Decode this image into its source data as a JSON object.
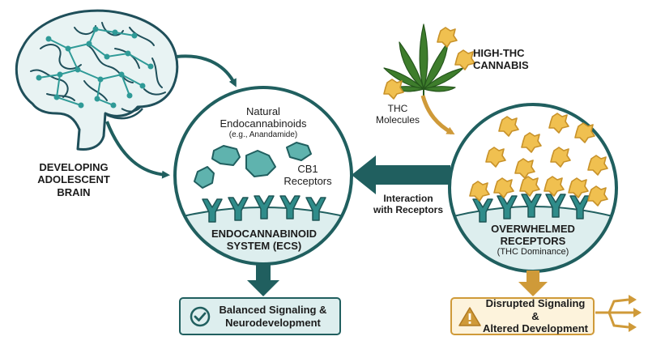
{
  "left": {
    "brain_label": [
      "DEVELOPING",
      "ADOLESCENT",
      "BRAIN"
    ],
    "ecs_circle": {
      "natural_label": "Natural",
      "endo_label": "Endocannabinoids",
      "example_label": "(e.g., Anandamide)",
      "receptor_label": [
        "CB1",
        "Receptors"
      ],
      "system_label": [
        "ENDOCANNABINOID",
        "SYSTEM (ECS)"
      ]
    },
    "outcome": [
      "Balanced Signaling &",
      "Neurodevelopment"
    ]
  },
  "right": {
    "cannabis_label": [
      "HIGH-THC",
      "CANNABIS"
    ],
    "molecules_label": [
      "THC",
      "Molecules"
    ],
    "circle": {
      "title": [
        "OVERWHELMED",
        "RECEPTORS"
      ],
      "subtitle": "(THC Dominance)"
    },
    "outcome": [
      "Disrupted Signaling &",
      "Altered Development"
    ]
  },
  "interaction_label": [
    "Interaction",
    "with Receptors"
  ],
  "icons": [
    "brain-icon",
    "cannabis-leaf-icon",
    "check-icon",
    "warning-icon"
  ],
  "colors": {
    "teal": "#2f8c8a",
    "dark_teal": "#205f5f",
    "light_teal_bg": "#ddeeee",
    "gold": "#f0c050",
    "gold_stroke": "#c8922a",
    "amber_arrow": "#cf9a39",
    "leaf_green": "#3e7d2c",
    "warning_bg": "#fdf3dc"
  }
}
